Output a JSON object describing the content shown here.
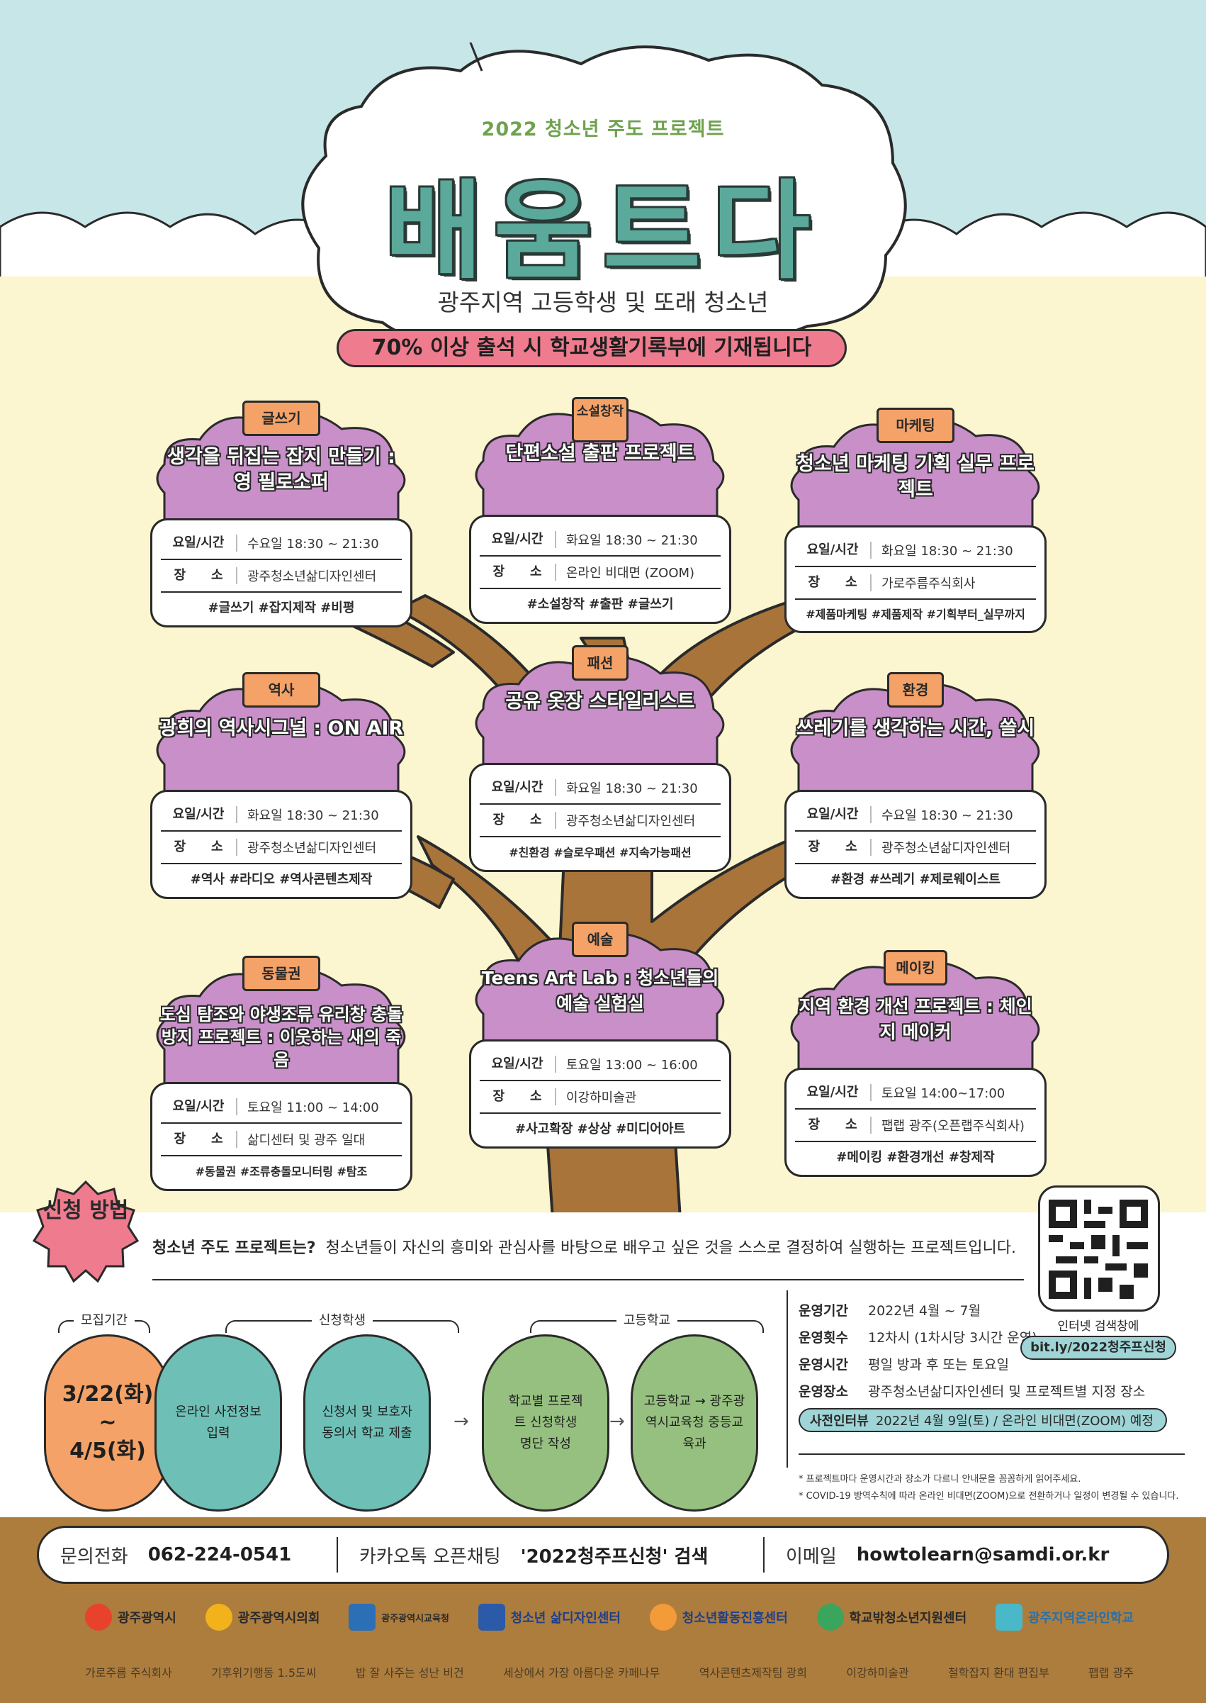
{
  "header": {
    "year_label": "2022 청소년 주도 프로젝트",
    "title": "배움트다",
    "subtitle": "광주지역 고등학생 및 또래 청소년",
    "notice": "70% 이상 출석 시 학교생활기록부에 기재됩니다"
  },
  "labels": {
    "time": "요일/시간",
    "place": "장　　소"
  },
  "programs": [
    {
      "category": "글쓰기",
      "title": "생각을 뒤집는 잡지 만들기 : 영 필로소퍼",
      "time": "수요일 18:30 ~ 21:30",
      "place": "광주청소년삶디자인센터",
      "tags": "#글쓰기 #잡지제작 #비평"
    },
    {
      "category": "소설창작",
      "title": "단편소설 출판 프로젝트",
      "time": "화요일 18:30 ~ 21:30",
      "place": "온라인 비대면 (ZOOM)",
      "tags": "#소설창작 #출판 #글쓰기"
    },
    {
      "category": "마케팅",
      "title": "청소년 마케팅 기획 실무 프로젝트",
      "time": "화요일 18:30 ~ 21:30",
      "place": "가로주름주식회사",
      "tags": "#제품마케팅 #제품제작 #기획부터_실무까지"
    },
    {
      "category": "역사",
      "title": "광희의 역사시그널 : ON AIR",
      "time": "화요일 18:30 ~ 21:30",
      "place": "광주청소년삶디자인센터",
      "tags": "#역사 #라디오 #역사콘텐츠제작"
    },
    {
      "category": "패션",
      "title": "공유 옷장 스타일리스트",
      "time": "화요일 18:30 ~ 21:30",
      "place": "광주청소년삶디자인센터",
      "tags": "#친환경 #슬로우패션 #지속가능패션"
    },
    {
      "category": "환경",
      "title": "쓰레기를 생각하는 시간, 쓸시",
      "time": "수요일 18:30 ~ 21:30",
      "place": "광주청소년삶디자인센터",
      "tags": "#환경 #쓰레기 #제로웨이스트"
    },
    {
      "category": "동물권",
      "title": "도심 탐조와 야생조류 유리창 충돌방지 프로젝트 : 이웃하는 새의 죽음",
      "time": "토요일 11:00 ~ 14:00",
      "place": "삶디센터 및 광주 일대",
      "tags": "#동물권 #조류충돌모니터링 #탐조"
    },
    {
      "category": "예술",
      "title": "Teens Art Lab : 청소년들의 예술 실험실",
      "time": "토요일 13:00 ~ 16:00",
      "place": "이강하미술관",
      "tags": "#사고확장 #상상 #미디어아트"
    },
    {
      "category": "메이킹",
      "title": "지역 환경 개선 프로젝트 : 체인지 메이커",
      "time": "토요일 14:00~17:00",
      "place": "팹랩 광주(오픈랩주식회사)",
      "tags": "#메이킹 #환경개선 #창제작"
    }
  ],
  "apply": {
    "badge": "신청 방법",
    "intro_title": "청소년 주도 프로젝트는?",
    "intro_text": "청소년들이 자신의 흥미와 관심사를 바탕으로 배우고 싶은 것을 스스로 결정하여 실행하는 프로젝트입니다.",
    "group_period": "모집기간",
    "group_student": "신청학생",
    "group_school": "고등학교",
    "date_start": "3/22(화)",
    "date_sep": "~",
    "date_end": "4/5(화)",
    "step1": "온라인 사전정보 입력",
    "step2": "신청서 및 보호자동의서 학교 제출",
    "step3": "학교별 프로젝트 신청학생 명단 작성",
    "step4": "고등학교 → 광주광역시교육청 중등교육과"
  },
  "operation": [
    {
      "k": "운영기간",
      "v": "2022년 4월 ~ 7월"
    },
    {
      "k": "운영횟수",
      "v": "12차시 (1차시당 3시간 운영)"
    },
    {
      "k": "운영시간",
      "v": "평일 방과 후 또는 토요일"
    },
    {
      "k": "운영장소",
      "v": "광주청소년삶디자인센터 및 프로젝트별 지정 장소"
    }
  ],
  "interview": {
    "k": "사전인터뷰",
    "v": "2022년 4월 9일(토) / 온라인 비대면(ZOOM) 예정"
  },
  "notes": [
    "* 프로젝트마다 운영시간과 장소가 다르니 안내문을 꼼꼼하게 읽어주세요.",
    "* COVID-19 방역수칙에 따라 온라인 비대면(ZOOM)으로 전환하거나 일정이 변경될 수 있습니다."
  ],
  "qr": {
    "caption": "인터넷 검색창에",
    "url": "bit.ly/2022청주프신청"
  },
  "contact": {
    "phone_label": "문의전화",
    "phone": "062-224-0541",
    "kakao_label": "카카오톡 오픈채팅",
    "kakao": "'2022청주프신청' 검색",
    "email_label": "이메일",
    "email": "howtolearn@samdi.or.kr"
  },
  "logos": [
    "광주광역시",
    "광주광역시의회",
    "광주광역시교육청",
    "청소년 삶디자인센터",
    "청소년활동진흥센터",
    "학교밖청소년지원센터",
    "광주지역온라인학교"
  ],
  "partners": [
    "가로주름 주식회사",
    "기후위기행동 1.5도씨",
    "밥 잘 사주는 성난 비건",
    "세상에서 가장 아름다운 카페나무",
    "역사콘텐츠제작팀 광희",
    "이강하미술관",
    "철학잡지 환대 편집부",
    "팹랩 광주"
  ],
  "colors": {
    "sky": "#c7e6e7",
    "cream": "#fbf6cf",
    "lilac": "#c98fc9",
    "orange": "#f4a267",
    "teal": "#6ec0b7",
    "green": "#96c07f",
    "pink": "#ef7c8e",
    "brown": "#ad7d3e",
    "trunk": "#a8743a"
  }
}
